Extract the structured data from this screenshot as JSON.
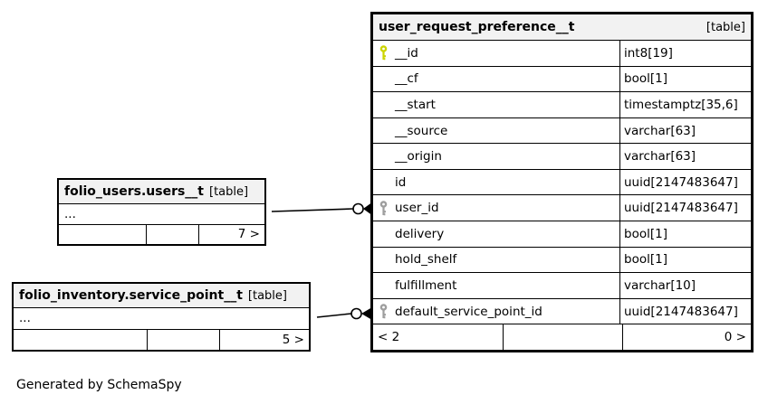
{
  "diagram": {
    "caption": "Generated by SchemaSpy",
    "colors": {
      "primary_key": "#ccd400",
      "foreign_key": "#9e9e9e",
      "header_bg": "#f2f2f2",
      "border": "#000000",
      "row_bg": "#ffffff"
    },
    "main_table": {
      "name": "user_request_preference__t",
      "badge": "[table]",
      "columns": [
        {
          "name": "__id",
          "type": "int8[19]",
          "key": "primary-key-icon"
        },
        {
          "name": "__cf",
          "type": "bool[1]",
          "key": ""
        },
        {
          "name": "__start",
          "type": "timestamptz[35,6]",
          "key": ""
        },
        {
          "name": "__source",
          "type": "varchar[63]",
          "key": ""
        },
        {
          "name": "__origin",
          "type": "varchar[63]",
          "key": ""
        },
        {
          "name": "id",
          "type": "uuid[2147483647]",
          "key": ""
        },
        {
          "name": "user_id",
          "type": "uuid[2147483647]",
          "key": "foreign-key-icon"
        },
        {
          "name": "delivery",
          "type": "bool[1]",
          "key": ""
        },
        {
          "name": "hold_shelf",
          "type": "bool[1]",
          "key": ""
        },
        {
          "name": "fulfillment",
          "type": "varchar[10]",
          "key": ""
        },
        {
          "name": "default_service_point_id",
          "type": "uuid[2147483647]",
          "key": "foreign-key-icon"
        }
      ],
      "footer": {
        "left": "< 2",
        "middle": "",
        "right": "0 >"
      }
    },
    "related_tables": [
      {
        "name": "folio_users.users__t",
        "badge": "[table]",
        "body": "...",
        "footer": {
          "left": "",
          "middle": "",
          "right": "7 >"
        }
      },
      {
        "name": "folio_inventory.service_point__t",
        "badge": "[table]",
        "body": "...",
        "footer": {
          "left": "",
          "middle": "",
          "right": "5 >"
        }
      }
    ],
    "relationships": [
      {
        "from": "folio_users.users__t",
        "to_column": "user_id"
      },
      {
        "from": "folio_inventory.service_point__t",
        "to_column": "default_service_point_id"
      }
    ]
  }
}
